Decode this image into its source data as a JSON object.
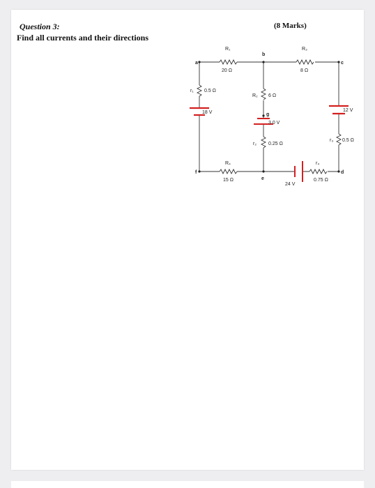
{
  "question": {
    "number_label": "Question 3:",
    "instruction": "Find all currents and their directions",
    "marks": "(8 Marks)"
  },
  "circuit": {
    "nodes": [
      "a",
      "b",
      "c",
      "d",
      "e",
      "f",
      "g"
    ],
    "components": {
      "R1": {
        "symbol": "R₁",
        "value": "20 Ω"
      },
      "R2": {
        "symbol": "R₂",
        "value": "6 Ω"
      },
      "R3": {
        "symbol": "R₃",
        "value": "8 Ω"
      },
      "R4": {
        "symbol": "R₄",
        "value": "15 Ω"
      },
      "r1": {
        "symbol": "r₁",
        "value": "0.5 Ω"
      },
      "r2": {
        "symbol": "r₂",
        "value": "0.25 Ω"
      },
      "r3": {
        "symbol": "r₃",
        "value": "0.5 Ω"
      },
      "r4": {
        "symbol": "r₄",
        "value": "0.75 Ω"
      },
      "E1": {
        "value": "18 V"
      },
      "E2": {
        "value": "3.0 V"
      },
      "E3": {
        "value": "12 V"
      },
      "E4": {
        "value": "24 V"
      }
    },
    "colors": {
      "wire": "#333333",
      "battery": "#d42020"
    }
  }
}
